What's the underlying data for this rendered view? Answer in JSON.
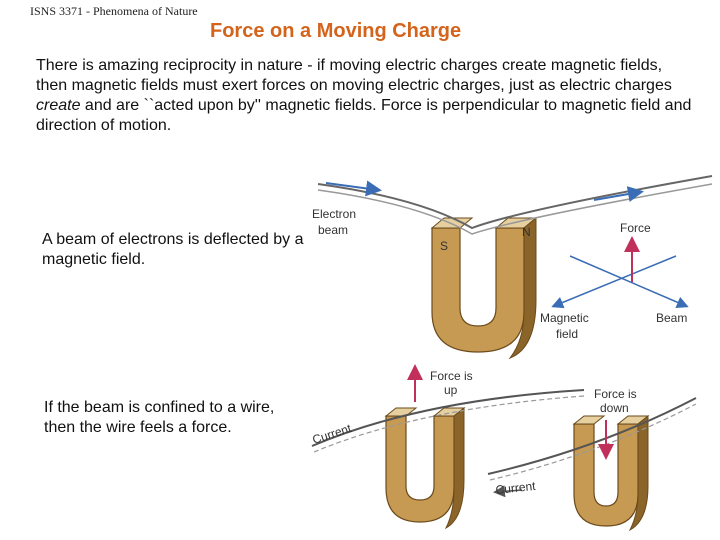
{
  "header": {
    "course": "ISNS 3371 - Phenomena of Nature"
  },
  "title": "Force on a Moving Charge",
  "intro": {
    "part1": "There is amazing reciprocity in nature - if moving electric charges create magnetic  fields, then magnetic fields must exert forces on moving electric charges, just as electric charges ",
    "emph": "create",
    "part2": " and are ``acted upon by'' magnetic fields. Force is perpendicular to magnetic field and direction of motion."
  },
  "captions": {
    "beam": "A beam of electrons is deflected by a magnetic field.",
    "wire": "If the beam is confined to a wire, then the wire feels a force."
  },
  "figure_labels": {
    "electron_beam": [
      "Electron",
      "beam"
    ],
    "pole_s": "S",
    "pole_n": "N",
    "force": "Force",
    "magnetic_field": [
      "Magnetic",
      "field"
    ],
    "beam": "Beam",
    "force_up": [
      "Force is",
      "up"
    ],
    "force_down": [
      "Force is",
      "down"
    ],
    "current": "Current"
  },
  "colors": {
    "title": "#d4641c",
    "magnet": "#c69a52",
    "force_arrow": "#c0305a",
    "beam_arrow": "#3a6db5"
  }
}
